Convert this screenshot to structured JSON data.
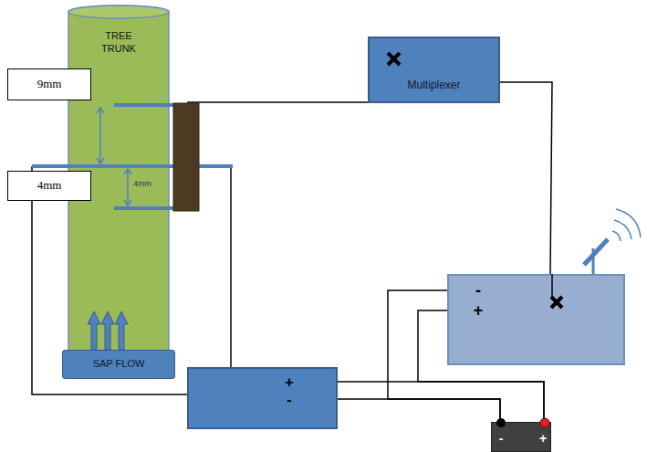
{
  "diagram": {
    "nodes": [
      {
        "text": [
          "TREE TRUNK"
        ]
      },
      {
        "text": [
          "9mm"
        ]
      },
      {
        "text": [
          "4mm"
        ]
      },
      {
        "text": [
          "Multiplexer"
        ]
      },
      {
        "text": [
          "SAP FLOW"
        ]
      },
      {
        "text": [
          "-",
          "+"
        ]
      },
      {
        "text": [
          "+",
          "-"
        ]
      },
      {
        "text": [
          "-",
          "+"
        ]
      }
    ],
    "edges": [
      {
        "from": 3,
        "to": 5,
        "arrow": "none"
      },
      {
        "from": 6,
        "to": 7,
        "arrow": "none"
      },
      {
        "from": 6,
        "to": 7,
        "arrow": "none"
      },
      {
        "from": 5,
        "to": 7,
        "arrow": "none"
      },
      {
        "from": 5,
        "to": 7,
        "arrow": "none"
      }
    ],
    "labels": [
      "4mm"
    ]
  }
}
